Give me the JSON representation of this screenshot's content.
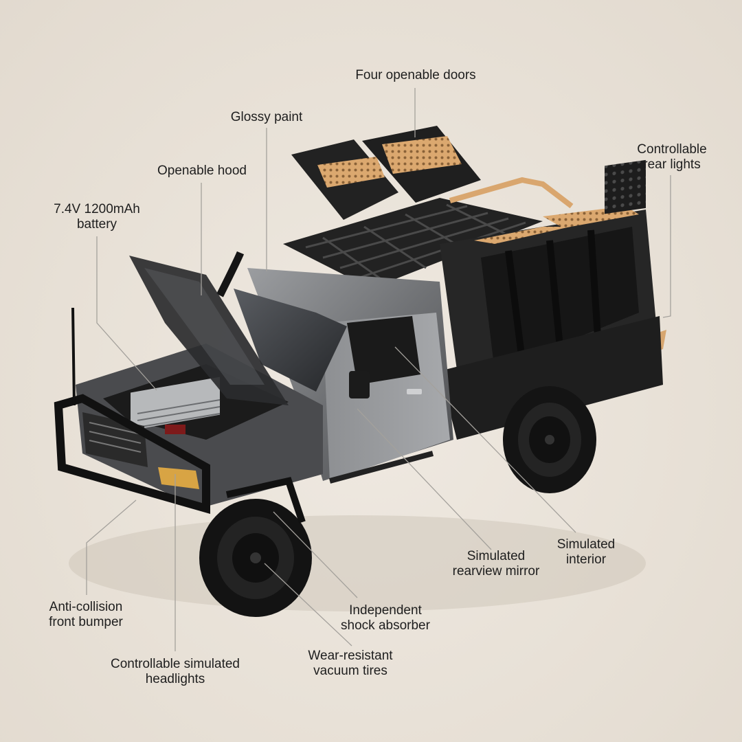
{
  "callouts": {
    "four_doors": "Four openable doors",
    "glossy_paint": "Glossy paint",
    "rear_lights": "Controllable\nrear lights",
    "hood": "Openable hood",
    "battery": "7.4V 1200mAh\nbattery",
    "mirror": "Simulated\nrearview mirror",
    "interior": "Simulated\ninterior",
    "bumper": "Anti-collision\nfront bumper",
    "shock": "Independent\nshock absorber",
    "tires": "Wear-resistant\nvacuum tires",
    "headlights": "Controllable simulated\nheadlights"
  },
  "colors": {
    "background": "#e9e2d8",
    "body_gray": "#7d7f82",
    "frame_black": "#1c1c1c",
    "accent_tan": "#d9a66e"
  }
}
